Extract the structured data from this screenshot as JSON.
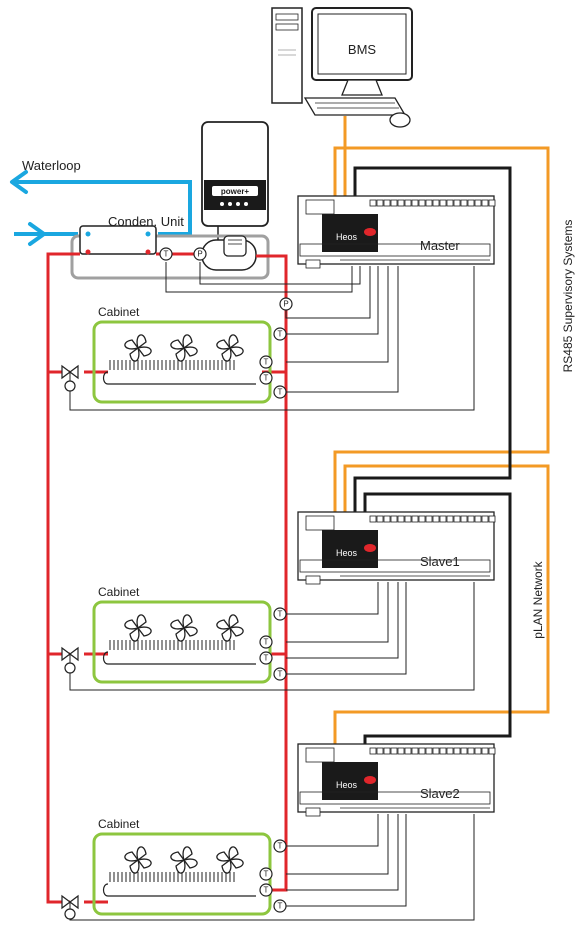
{
  "diagram": {
    "bms_label": "BMS",
    "waterloop_label": "Waterloop",
    "conden_unit_label": "Conden. Unit",
    "power_brand": "power+",
    "supervisory_label": "RS485 Supervisory Systems",
    "plan_label": "pLAN Network",
    "controllers": [
      {
        "name": "Master",
        "brand": "Heos"
      },
      {
        "name": "Slave1",
        "brand": "Heos"
      },
      {
        "name": "Slave2",
        "brand": "Heos"
      }
    ],
    "cabinets": [
      {
        "label": "Cabinet"
      },
      {
        "label": "Cabinet"
      },
      {
        "label": "Cabinet"
      }
    ],
    "sensor_t": "T",
    "sensor_p": "P",
    "colors": {
      "waterloop": "#1aa7e0",
      "refrigerant": "#e0262b",
      "rs485": "#f39a25",
      "plan": "#1a1a1a",
      "cabinet": "#8dc63f",
      "unit": "#a0a0a0"
    }
  }
}
